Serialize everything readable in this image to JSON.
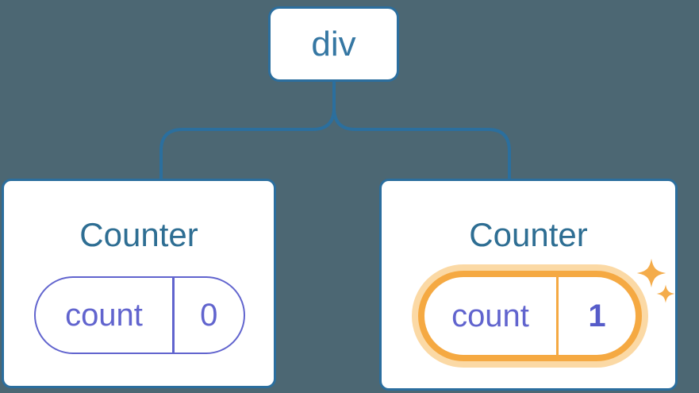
{
  "diagram": {
    "description": "Component tree: div root with two Counter children holding independent count state",
    "background_color": "#4C6773",
    "root": {
      "label": "div"
    },
    "children": [
      {
        "title": "Counter",
        "state": {
          "name": "count",
          "value": "0"
        },
        "highlighted": false
      },
      {
        "title": "Counter",
        "state": {
          "name": "count",
          "value": "1"
        },
        "highlighted": true
      }
    ],
    "colors": {
      "node_border_blue": "#2B6E9E",
      "connector_blue": "#2B6F9E",
      "root_text_blue": "#3577A3",
      "title_blue": "#2E6E93",
      "state_purple": "#6164CE",
      "state_value_bold_purple": "#565CC9",
      "highlight_orange": "#F5A942",
      "highlight_halo": "#FBD9A5",
      "sparkle_orange": "#F4AC4B"
    }
  }
}
